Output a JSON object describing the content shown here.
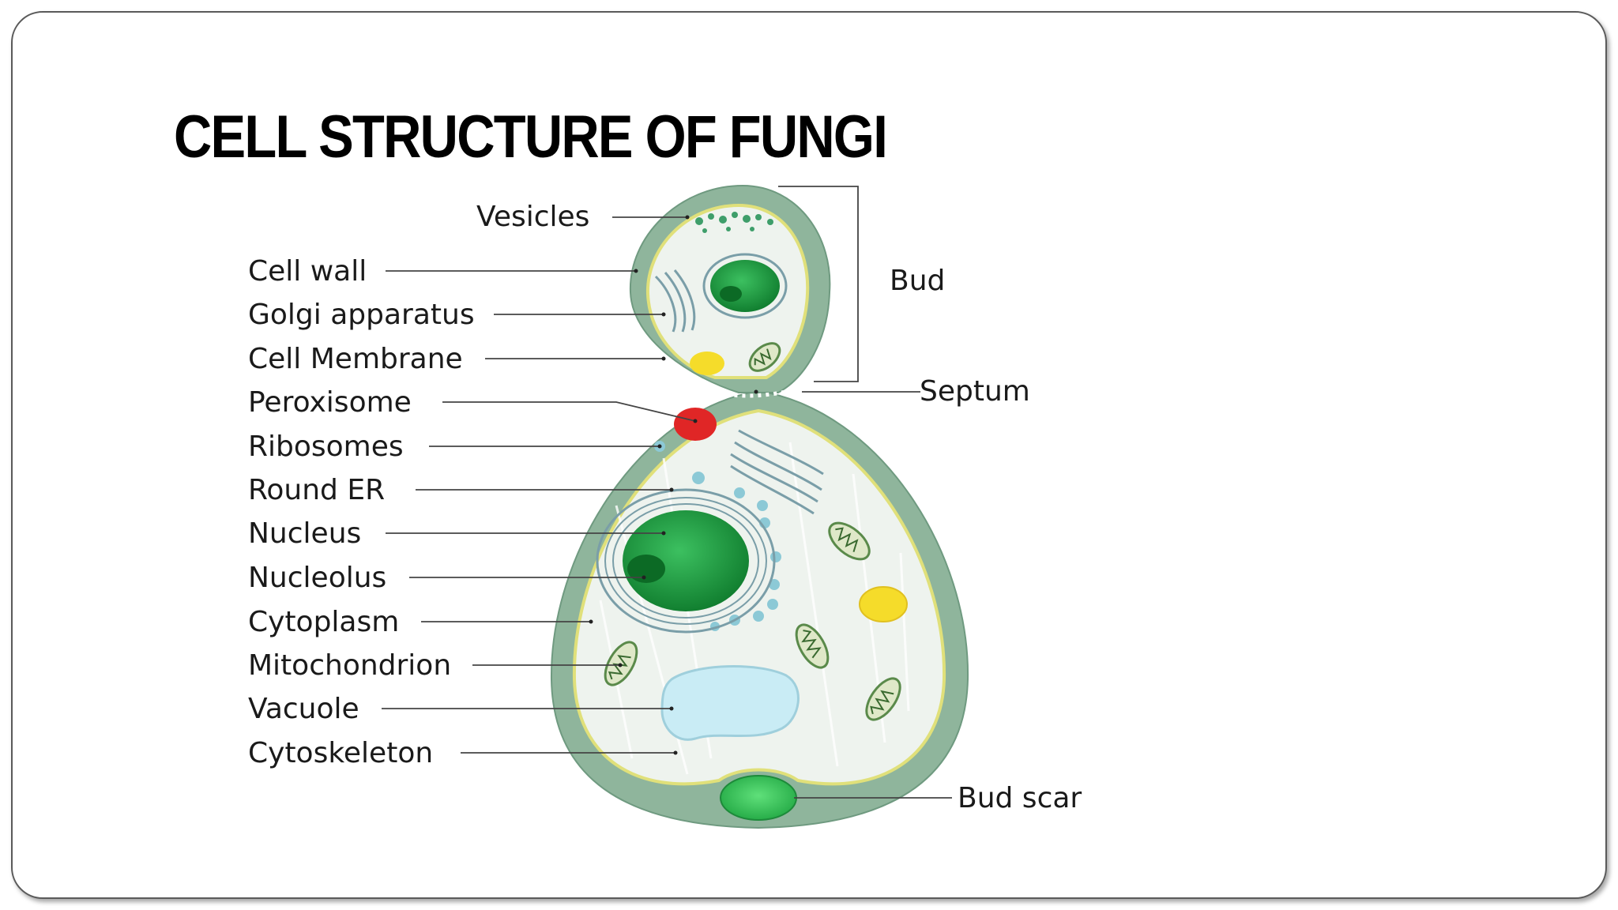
{
  "title": "CELL STRUCTURE OF FUNGI",
  "labels": {
    "vesicles": "Vesicles",
    "cell_wall": "Cell wall",
    "golgi": "Golgi apparatus",
    "cell_membrane": "Cell Membrane",
    "peroxisome": "Peroxisome",
    "ribosomes": "Ribosomes",
    "round_er": "Round ER",
    "nucleus": "Nucleus",
    "nucleolus": "Nucleolus",
    "cytoplasm": "Cytoplasm",
    "mitochondrion": "Mitochondrion",
    "vacuole": "Vacuole",
    "cytoskeleton": "Cytoskeleton",
    "bud": "Bud",
    "septum": "Septum",
    "bud_scar": "Bud scar"
  },
  "colors": {
    "cell_wall": "#8fb59c",
    "cytoplasm": "#eef3ee",
    "membrane": "#e8e890",
    "nucleus": "#1f9a40",
    "peroxisome": "#e02626",
    "lipid": "#f5dc2a",
    "vacuole": "#c9ecf5",
    "ribosome": "#8cc9d6",
    "er": "#7a9ea8"
  }
}
